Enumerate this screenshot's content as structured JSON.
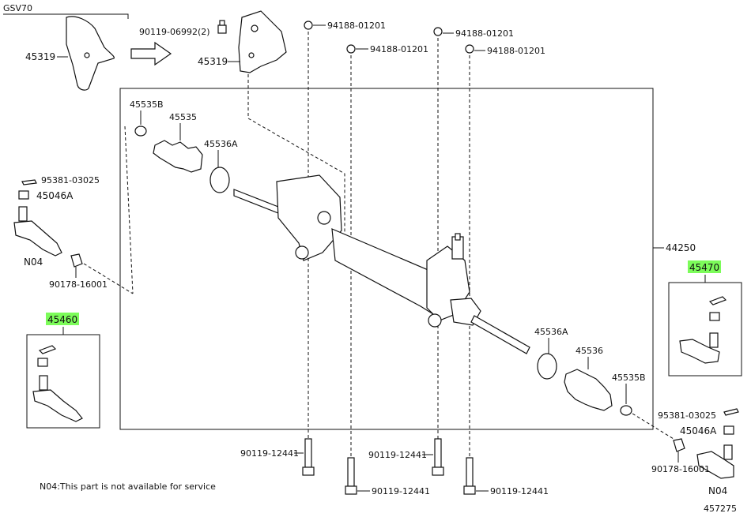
{
  "header": {
    "model_label": "GSV70"
  },
  "note": {
    "text": "N04:This part is not available for service"
  },
  "illustration_id": "457275",
  "highlight_color": "#7CFC5A",
  "labels": {
    "shield_left": "45319",
    "shield_right": "45319",
    "bolt_top": "90119-06992(2)",
    "nut_1": "94188-01201",
    "nut_2": "94188-01201",
    "nut_3": "94188-01201",
    "nut_4": "94188-01201",
    "clamp_left": "45535B",
    "boot_left": "45535",
    "ring_left": "45536A",
    "pin_left": "95381-03025",
    "castle_nut_left": "45046A",
    "end_left_note": "N04",
    "nut_left": "90178-16001",
    "assembly": "44250",
    "kit_right": "45470",
    "kit_left": "45460",
    "ring_right": "45536A",
    "boot_right": "45536",
    "clamp_right": "45535B",
    "pin_right": "95381-03025",
    "castle_nut_right": "45046A",
    "nut_right": "90178-16001",
    "end_right_note": "N04",
    "bolt_b1": "90119-12441",
    "bolt_b2": "90119-12441",
    "bolt_b3": "90119-12441",
    "bolt_b4": "90119-12441"
  }
}
